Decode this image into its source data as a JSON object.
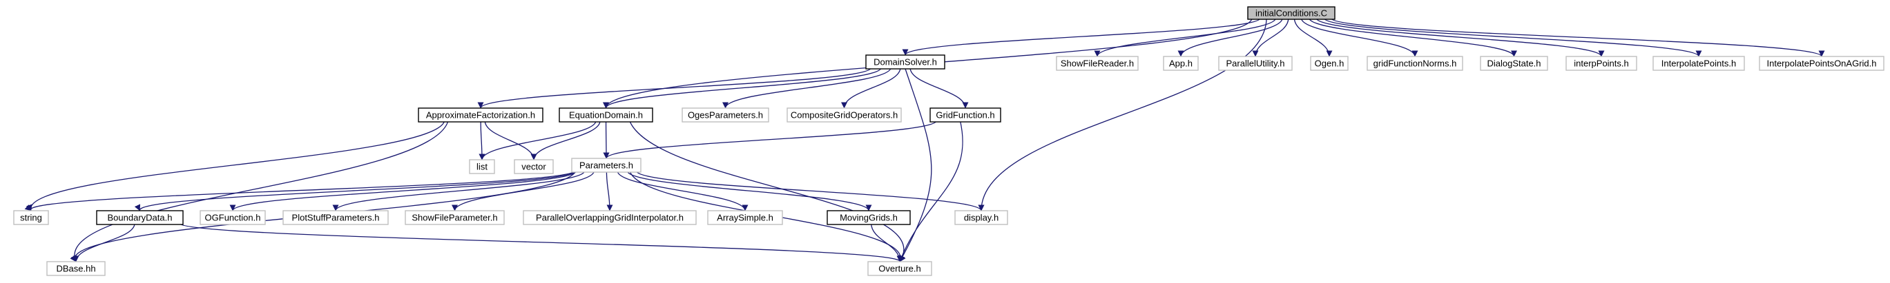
{
  "colors": {
    "edge": "#191970",
    "root_fill": "#bfbfbf",
    "documented_border": "#000000",
    "undocumented_border": "#bfbfbf",
    "text": "#000000",
    "background": "#ffffff"
  },
  "nodes": [
    {
      "id": "initialConditions",
      "label": "initialConditions.C",
      "style": "root"
    },
    {
      "id": "DomainSolver",
      "label": "DomainSolver.h",
      "style": "documented"
    },
    {
      "id": "ShowFileReader",
      "label": "ShowFileReader.h",
      "style": "external"
    },
    {
      "id": "App",
      "label": "App.h",
      "style": "external"
    },
    {
      "id": "ParallelUtility",
      "label": "ParallelUtility.h",
      "style": "external"
    },
    {
      "id": "Ogen",
      "label": "Ogen.h",
      "style": "external"
    },
    {
      "id": "gridFunctionNorms",
      "label": "gridFunctionNorms.h",
      "style": "external"
    },
    {
      "id": "DialogState",
      "label": "DialogState.h",
      "style": "external"
    },
    {
      "id": "interpPoints",
      "label": "interpPoints.h",
      "style": "external"
    },
    {
      "id": "InterpolatePoints",
      "label": "InterpolatePoints.h",
      "style": "external"
    },
    {
      "id": "InterpolatePointsOnAGrid",
      "label": "InterpolatePointsOnAGrid.h",
      "style": "external"
    },
    {
      "id": "ApproximateFactorization",
      "label": "ApproximateFactorization.h",
      "style": "documented"
    },
    {
      "id": "EquationDomain",
      "label": "EquationDomain.h",
      "style": "documented"
    },
    {
      "id": "OgesParameters",
      "label": "OgesParameters.h",
      "style": "external"
    },
    {
      "id": "CompositeGridOperators",
      "label": "CompositeGridOperators.h",
      "style": "external"
    },
    {
      "id": "GridFunction",
      "label": "GridFunction.h",
      "style": "documented"
    },
    {
      "id": "list",
      "label": "list",
      "style": "external"
    },
    {
      "id": "vector",
      "label": "vector",
      "style": "external"
    },
    {
      "id": "Parameters",
      "label": "Parameters.h",
      "style": "external"
    },
    {
      "id": "string",
      "label": "string",
      "style": "external"
    },
    {
      "id": "BoundaryData",
      "label": "BoundaryData.h",
      "style": "documented"
    },
    {
      "id": "OGFunction",
      "label": "OGFunction.h",
      "style": "external"
    },
    {
      "id": "PlotStuffParameters",
      "label": "PlotStuffParameters.h",
      "style": "external"
    },
    {
      "id": "ShowFileParameter",
      "label": "ShowFileParameter.h",
      "style": "external"
    },
    {
      "id": "ParallelOverlappingGridInterpolator",
      "label": "ParallelOverlappingGridInterpolator.h",
      "style": "external"
    },
    {
      "id": "ArraySimple",
      "label": "ArraySimple.h",
      "style": "external"
    },
    {
      "id": "MovingGrids",
      "label": "MovingGrids.h",
      "style": "documented"
    },
    {
      "id": "display",
      "label": "display.h",
      "style": "external"
    },
    {
      "id": "DBase",
      "label": "DBase.hh",
      "style": "external"
    },
    {
      "id": "Overture",
      "label": "Overture.h",
      "style": "external"
    }
  ],
  "edges": [
    [
      "initialConditions",
      "DomainSolver"
    ],
    [
      "initialConditions",
      "ShowFileReader"
    ],
    [
      "initialConditions",
      "App"
    ],
    [
      "initialConditions",
      "ParallelUtility"
    ],
    [
      "initialConditions",
      "Ogen"
    ],
    [
      "initialConditions",
      "gridFunctionNorms"
    ],
    [
      "initialConditions",
      "DialogState"
    ],
    [
      "initialConditions",
      "interpPoints"
    ],
    [
      "initialConditions",
      "InterpolatePoints"
    ],
    [
      "initialConditions",
      "InterpolatePointsOnAGrid"
    ],
    [
      "initialConditions",
      "EquationDomain"
    ],
    [
      "initialConditions",
      "display"
    ],
    [
      "DomainSolver",
      "ApproximateFactorization"
    ],
    [
      "DomainSolver",
      "EquationDomain"
    ],
    [
      "DomainSolver",
      "OgesParameters"
    ],
    [
      "DomainSolver",
      "CompositeGridOperators"
    ],
    [
      "DomainSolver",
      "GridFunction"
    ],
    [
      "DomainSolver",
      "Overture"
    ],
    [
      "ApproximateFactorization",
      "list"
    ],
    [
      "ApproximateFactorization",
      "vector"
    ],
    [
      "ApproximateFactorization",
      "string"
    ],
    [
      "ApproximateFactorization",
      "DBase"
    ],
    [
      "EquationDomain",
      "list"
    ],
    [
      "EquationDomain",
      "vector"
    ],
    [
      "EquationDomain",
      "Parameters"
    ],
    [
      "EquationDomain",
      "Overture"
    ],
    [
      "GridFunction",
      "Parameters"
    ],
    [
      "GridFunction",
      "Overture"
    ],
    [
      "Parameters",
      "string"
    ],
    [
      "Parameters",
      "BoundaryData"
    ],
    [
      "Parameters",
      "OGFunction"
    ],
    [
      "Parameters",
      "PlotStuffParameters"
    ],
    [
      "Parameters",
      "ShowFileParameter"
    ],
    [
      "Parameters",
      "ParallelOverlappingGridInterpolator"
    ],
    [
      "Parameters",
      "ArraySimple"
    ],
    [
      "Parameters",
      "MovingGrids"
    ],
    [
      "Parameters",
      "display"
    ],
    [
      "Parameters",
      "DBase"
    ],
    [
      "Parameters",
      "Overture"
    ],
    [
      "BoundaryData",
      "DBase"
    ],
    [
      "BoundaryData",
      "Overture"
    ],
    [
      "MovingGrids",
      "Overture"
    ]
  ]
}
